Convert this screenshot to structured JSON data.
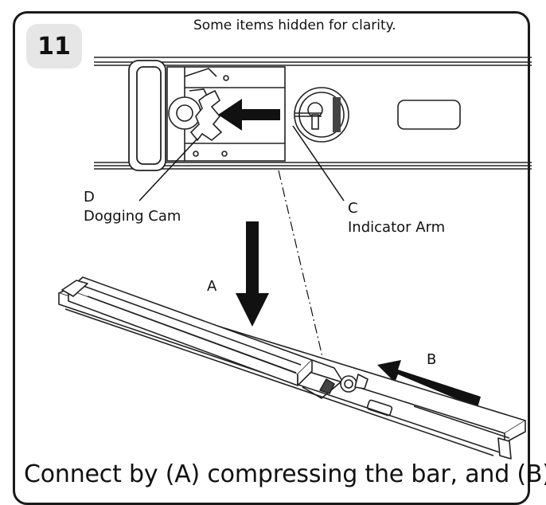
{
  "step_number": "11",
  "note": "Some items hidden for clarity.",
  "labels": {
    "d_letter": "D",
    "d_name": "Dogging Cam",
    "c_letter": "C",
    "c_name": "Indicator Arm",
    "a_letter": "A",
    "b_letter": "B"
  },
  "caption": "Connect by (A) compressing the bar,  and (B)"
}
